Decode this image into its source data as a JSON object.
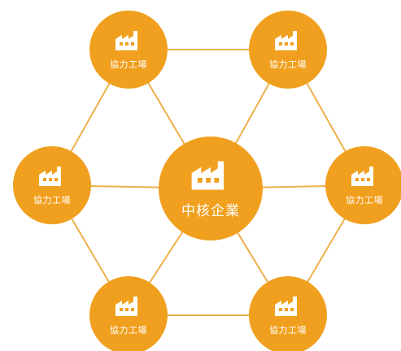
{
  "colors": {
    "node_fill": "#F0A01E",
    "line": "#EEB04A",
    "icon": "#ffffff"
  },
  "center_node": {
    "label": "中核企業",
    "icon": "factory-icon"
  },
  "partner_nodes": [
    {
      "label": "協力工場",
      "icon": "factory-icon"
    },
    {
      "label": "協力工場",
      "icon": "factory-icon"
    },
    {
      "label": "協力工場",
      "icon": "factory-icon"
    },
    {
      "label": "協力工場",
      "icon": "factory-icon"
    },
    {
      "label": "協力工場",
      "icon": "factory-icon"
    },
    {
      "label": "協力工場",
      "icon": "factory-icon"
    }
  ]
}
